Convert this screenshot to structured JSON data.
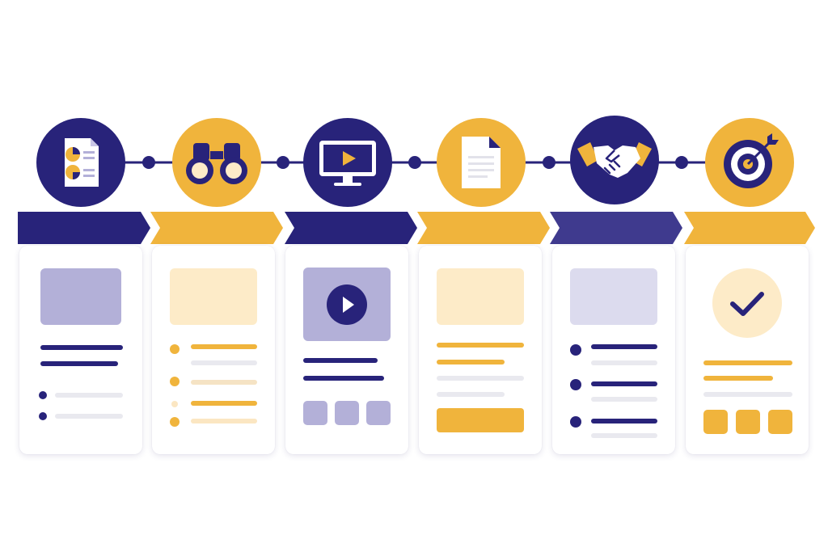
{
  "colors": {
    "navy": "#28237a",
    "navy_light": "#3f3a8e",
    "gold": "#f0b43c",
    "lavender": "#b3b0d8",
    "lavender_light": "#dcdbee",
    "cream": "#fdebc8",
    "grey_bar": "#e9e9ef"
  },
  "stages": [
    {
      "icon": "document-chart-icon",
      "theme": "navy"
    },
    {
      "icon": "binoculars-icon",
      "theme": "gold"
    },
    {
      "icon": "video-monitor-icon",
      "theme": "navy"
    },
    {
      "icon": "document-icon",
      "theme": "gold"
    },
    {
      "icon": "handshake-icon",
      "theme": "navy"
    },
    {
      "icon": "target-icon",
      "theme": "gold"
    }
  ],
  "cards": [
    {
      "placeholder": "image-placeholder",
      "content": "text-lines-and-bullets"
    },
    {
      "placeholder": "image-placeholder",
      "content": "bullet-list"
    },
    {
      "placeholder": "video-placeholder",
      "content": "text-lines-and-thumbnails"
    },
    {
      "placeholder": "image-placeholder",
      "content": "text-lines-and-button"
    },
    {
      "placeholder": "image-placeholder",
      "content": "bullet-list"
    },
    {
      "placeholder": "checkmark-badge",
      "content": "text-lines-and-tiles"
    }
  ]
}
